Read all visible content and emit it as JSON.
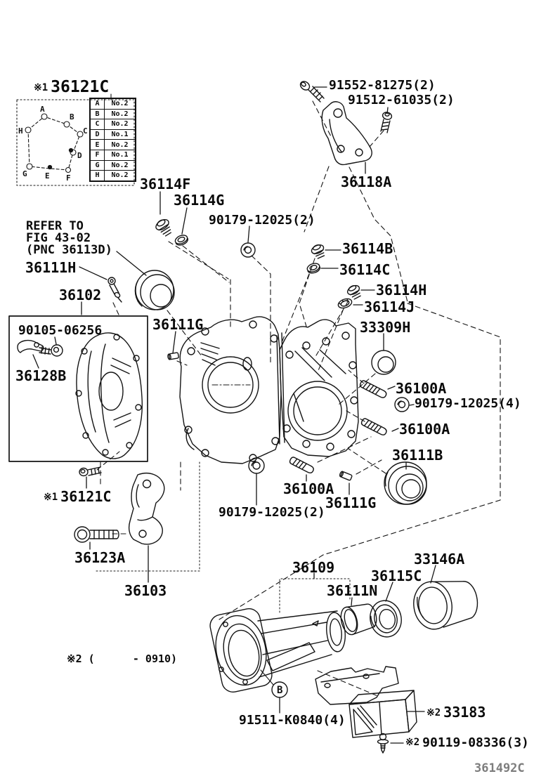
{
  "title": {
    "prefix": "※1",
    "code": "36121C"
  },
  "figure_code": "361492C",
  "note_applicability": "※2 (      - 0910)",
  "balloon": "B",
  "prefixes": {
    "star1": "※1",
    "star2": "※2"
  },
  "refer_note": {
    "line1": "REFER TO",
    "line2": "FIG 43-02",
    "line3": "(PNC 36113D)"
  },
  "callout_table": {
    "rows": [
      {
        "k": "A",
        "v": "No.2"
      },
      {
        "k": "B",
        "v": "No.2"
      },
      {
        "k": "C",
        "v": "No.2"
      },
      {
        "k": "D",
        "v": "No.1"
      },
      {
        "k": "E",
        "v": "No.2"
      },
      {
        "k": "F",
        "v": "No.1"
      },
      {
        "k": "G",
        "v": "No.2"
      },
      {
        "k": "H",
        "v": "No.2"
      }
    ]
  },
  "diagram": {
    "points": [
      "A",
      "B",
      "C",
      "D",
      "E",
      "F",
      "G",
      "H"
    ]
  },
  "labels": {
    "p91552": "91552-81275(2)",
    "p91512": "91512-61035(2)",
    "p36118a": "36118A",
    "p36114f": "36114F",
    "p36114g": "36114G",
    "p90179_2_top": "90179-12025(2)",
    "p36114b": "36114B",
    "p36114c": "36114C",
    "p36114h": "36114H",
    "p36114j": "36114J",
    "p33309h": "33309H",
    "p36111h": "36111H",
    "p36102": "36102",
    "p90105": "90105-06256",
    "p36128b": "36128B",
    "p36111g_left": "36111G",
    "p36100a_upper": "36100A",
    "p90179_4": "90179-12025(4)",
    "p36100a_lower": "36100A",
    "p36111b": "36111B",
    "p36121c_bottom": "36121C",
    "p36123a": "36123A",
    "p36103": "36103",
    "p36100a_bottom": "36100A",
    "p90179_2_bottom": "90179-12025(2)",
    "p36111g_bottom": "36111G",
    "p36109": "36109",
    "p36111n": "36111N",
    "p36115c": "36115C",
    "p33146a": "33146A",
    "p33183": "33183",
    "p90119": "90119-08336(3)",
    "p91511": "91511-K0840(4)"
  }
}
